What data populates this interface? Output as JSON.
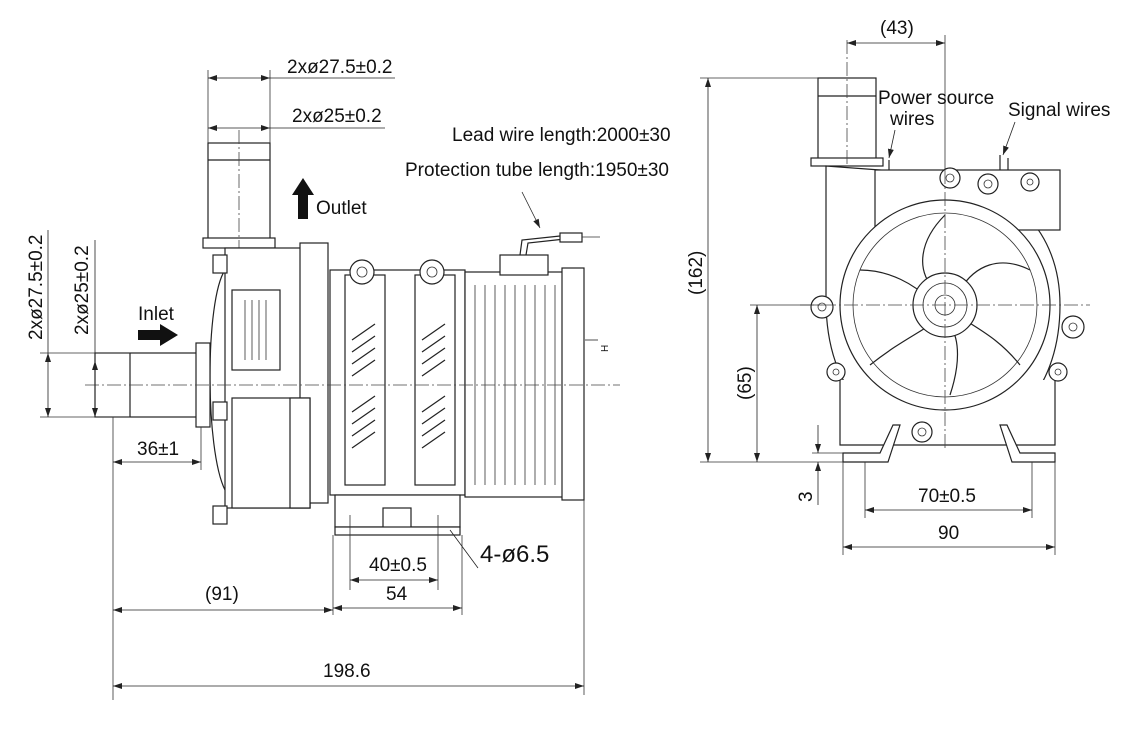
{
  "side_view": {
    "dim_outlet_outer": "2xø27.5±0.2",
    "dim_outlet_inner": "2xø25±0.2",
    "dim_inlet_outer": "2xø27.5±0.2",
    "dim_inlet_inner": "2xø25±0.2",
    "outlet_label": "Outlet",
    "inlet_label": "Inlet",
    "lead_wire": "Lead wire length:2000±30",
    "protection_tube": "Protection tube length:1950±30",
    "dim_inlet_length": "36±1",
    "dim_mount_holes": "40±0.5",
    "dim_foot": "54",
    "hole_spec": "4-ø6.5",
    "dim_inlet_to_foot": "(91)",
    "dim_total_length": "198.6",
    "terminal_mark": "H"
  },
  "front_view": {
    "dim_outlet_offset": "(43)",
    "dim_height": "(162)",
    "dim_axis_height": "(65)",
    "dim_foot_thickness": "3",
    "dim_holes": "70±0.5",
    "dim_width": "90",
    "power_wires_line1": "Power source",
    "power_wires_line2": "wires",
    "signal_wires": "Signal wires"
  }
}
